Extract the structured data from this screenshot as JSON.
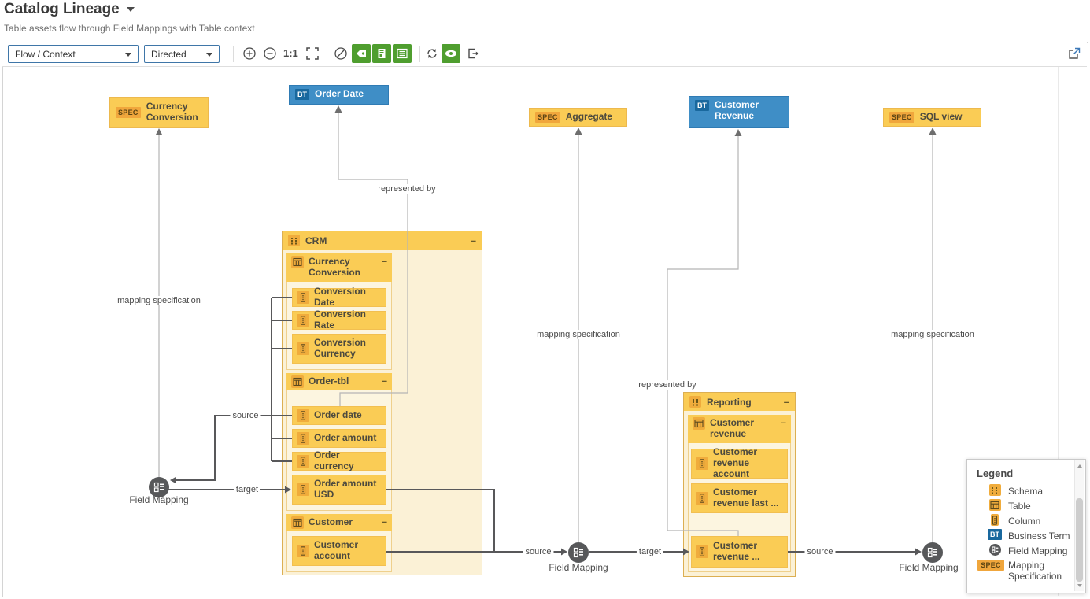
{
  "header": {
    "title": "Catalog Lineage",
    "subtitle": "Table assets flow through Field Mappings with Table context"
  },
  "toolbar": {
    "view_mode": "Flow / Context",
    "direction": "Directed",
    "zoom_ratio": "1:1"
  },
  "nodes": {
    "currency_conversion_spec": {
      "badge": "SPEC",
      "label": "Currency Conversion"
    },
    "order_date_bt": {
      "badge": "BT",
      "label": "Order Date"
    },
    "aggregate_spec": {
      "badge": "SPEC",
      "label": "Aggregate"
    },
    "customer_revenue_bt": {
      "badge": "BT",
      "label": "Customer Revenue"
    },
    "sql_view_spec": {
      "badge": "SPEC",
      "label": "SQL view"
    }
  },
  "groups": {
    "crm": {
      "label": "CRM",
      "collapse": "–",
      "tables": [
        {
          "label": "Currency Conversion",
          "collapse": "–",
          "columns": [
            "Conversion Date",
            "Conversion Rate",
            "Conversion Currency"
          ]
        },
        {
          "label": "Order-tbl",
          "collapse": "–",
          "columns": [
            "Order date",
            "Order amount",
            "Order currency",
            "Order amount USD"
          ]
        },
        {
          "label": "Customer",
          "collapse": "–",
          "columns": [
            "Customer account"
          ]
        }
      ]
    },
    "reporting": {
      "label": "Reporting",
      "collapse": "–",
      "tables": [
        {
          "label": "Customer revenue",
          "collapse": "–",
          "columns": [
            "Customer revenue account",
            "Customer revenue last ...",
            "Customer revenue ..."
          ]
        }
      ]
    }
  },
  "edges": {
    "field_mapping_label": "Field Mapping",
    "labels": {
      "mapping_specification": "mapping specification",
      "represented_by": "represented by",
      "source": "source",
      "target": "target"
    }
  },
  "legend": {
    "title": "Legend",
    "items": [
      {
        "label": "Schema"
      },
      {
        "label": "Table"
      },
      {
        "label": "Column"
      },
      {
        "label": "Business Term",
        "badge": "BT"
      },
      {
        "label": "Field Mapping"
      },
      {
        "label": "Mapping Specification",
        "badge": "SPEC"
      }
    ]
  },
  "colors": {
    "asset_yellow": "#facc55",
    "asset_badge_orange": "#f0a63c",
    "business_term_blue": "#3f8ec6",
    "business_term_badge": "#19689e",
    "toolbar_green": "#4f9e2f",
    "field_mapping_gray": "#57585a",
    "edge_dark": "#58585a",
    "edge_light": "#b5b5b5",
    "group_fill": "#fbf1d6"
  }
}
